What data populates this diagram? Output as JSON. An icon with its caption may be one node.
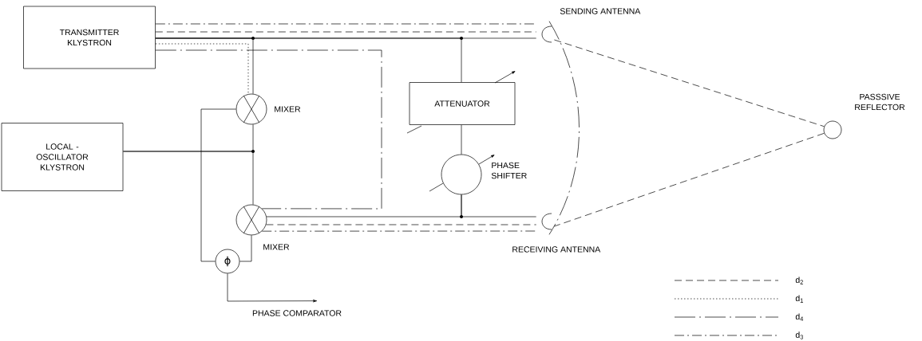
{
  "diagram": {
    "nodes": [
      {
        "text": [
          "TRANSMITTER KLYSTRON"
        ]
      },
      {
        "text": [
          "SENDING ANTENNA"
        ]
      },
      {
        "text": [
          "MIXER"
        ]
      },
      {
        "text": [
          "ATTENUATOR"
        ]
      },
      {
        "text": [
          "PASSSIVE REFLECTOR"
        ]
      },
      {
        "text": [
          "LOCAL - OSCILLATOR KLYSTRON"
        ]
      },
      {
        "text": [
          "PHASE SHIFTER"
        ]
      },
      {
        "text": [
          "MIXER"
        ]
      },
      {
        "text": [
          "RECEIVING ANTENNA"
        ]
      },
      {
        "text": [
          "ϕ"
        ]
      },
      {
        "text": [
          "PHASE COMPARATOR"
        ]
      }
    ],
    "edges": [
      {
        "from": 0,
        "to": 1,
        "arrow": "none",
        "style": "dashed"
      },
      {
        "from": 0,
        "to": 1,
        "arrow": "none",
        "style": "dashed"
      },
      {
        "from": 0,
        "to": 1,
        "arrow": "none"
      },
      {
        "from": 0,
        "to": 2,
        "arrow": "none",
        "style": "dashed"
      },
      {
        "from": 0,
        "to": 7,
        "arrow": "none",
        "style": "dashed"
      },
      {
        "from": 0,
        "to": 2,
        "arrow": "none"
      },
      {
        "from": 0,
        "to": 3,
        "arrow": "none"
      },
      {
        "from": 5,
        "to": 2,
        "arrow": "none"
      },
      {
        "from": 5,
        "to": 7,
        "arrow": "none"
      },
      {
        "from": 2,
        "to": 9,
        "arrow": "none"
      },
      {
        "from": 7,
        "to": 9,
        "arrow": "none"
      },
      {
        "from": 3,
        "to": 6,
        "arrow": "none"
      },
      {
        "from": 6,
        "to": 7,
        "arrow": "none"
      },
      {
        "from": 6,
        "to": 8,
        "arrow": "none"
      },
      {
        "from": 7,
        "to": 8,
        "arrow": "none",
        "style": "dashed"
      },
      {
        "from": 7,
        "to": 8,
        "arrow": "none",
        "style": "dashed"
      },
      {
        "from": 1,
        "to": 4,
        "arrow": "none",
        "style": "dashed"
      },
      {
        "from": 4,
        "to": 8,
        "arrow": "none",
        "style": "dashed"
      },
      {
        "from": 1,
        "to": 8,
        "arrow": "none",
        "style": "dashed"
      },
      {
        "from": 9,
        "to": 10,
        "arrow": "to"
      }
    ],
    "legend": [
      {
        "text": "d$_{2}$"
      },
      {
        "text": "d$_{1}$"
      },
      {
        "text": "d$_{4}$"
      },
      {
        "text": "d$_{3}$"
      }
    ]
  }
}
